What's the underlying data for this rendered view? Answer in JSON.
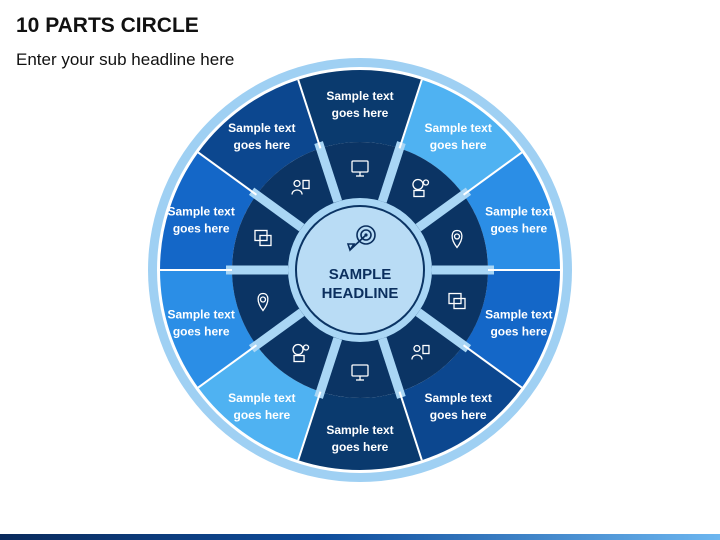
{
  "title": "10 PARTS CIRCLE",
  "subtitle": "Enter your sub headline here",
  "center": {
    "line1": "SAMPLE",
    "line2": "HEADLINE",
    "icon": "rocket-target-icon"
  },
  "segments": [
    {
      "line1": "Sample text",
      "line2": "goes here",
      "icon": "monitor-cart-icon",
      "color": "#0a3a6e"
    },
    {
      "line1": "Sample text",
      "line2": "goes here",
      "icon": "gift-idea-icon",
      "color": "#4fb2f2"
    },
    {
      "line1": "Sample text",
      "line2": "goes here",
      "icon": "location-pin-icon",
      "color": "#2b8ee6"
    },
    {
      "line1": "Sample text",
      "line2": "goes here",
      "icon": "devices-icon",
      "color": "#1467c8"
    },
    {
      "line1": "Sample text",
      "line2": "goes here",
      "icon": "tools-icon",
      "color": "#0c478f"
    },
    {
      "line1": "Sample text",
      "line2": "goes here",
      "icon": "network-people-icon",
      "color": "#0a3a6e"
    },
    {
      "line1": "Sample text",
      "line2": "goes here",
      "icon": "team-board-icon",
      "color": "#4fb2f2"
    },
    {
      "line1": "Sample text",
      "line2": "goes here",
      "icon": "checklist-gear-icon",
      "color": "#2b8ee6"
    },
    {
      "line1": "Sample text",
      "line2": "goes here",
      "icon": "calendar-icon",
      "color": "#1467c8"
    },
    {
      "line1": "Sample text",
      "line2": "goes here",
      "icon": "person-chart-icon",
      "color": "#0c478f"
    }
  ],
  "colors": {
    "outer_ring": "#9fd0f3",
    "inner_band": "#0b3464",
    "separator": "#a9d6f5",
    "center_fill": "#b9dcf5"
  }
}
